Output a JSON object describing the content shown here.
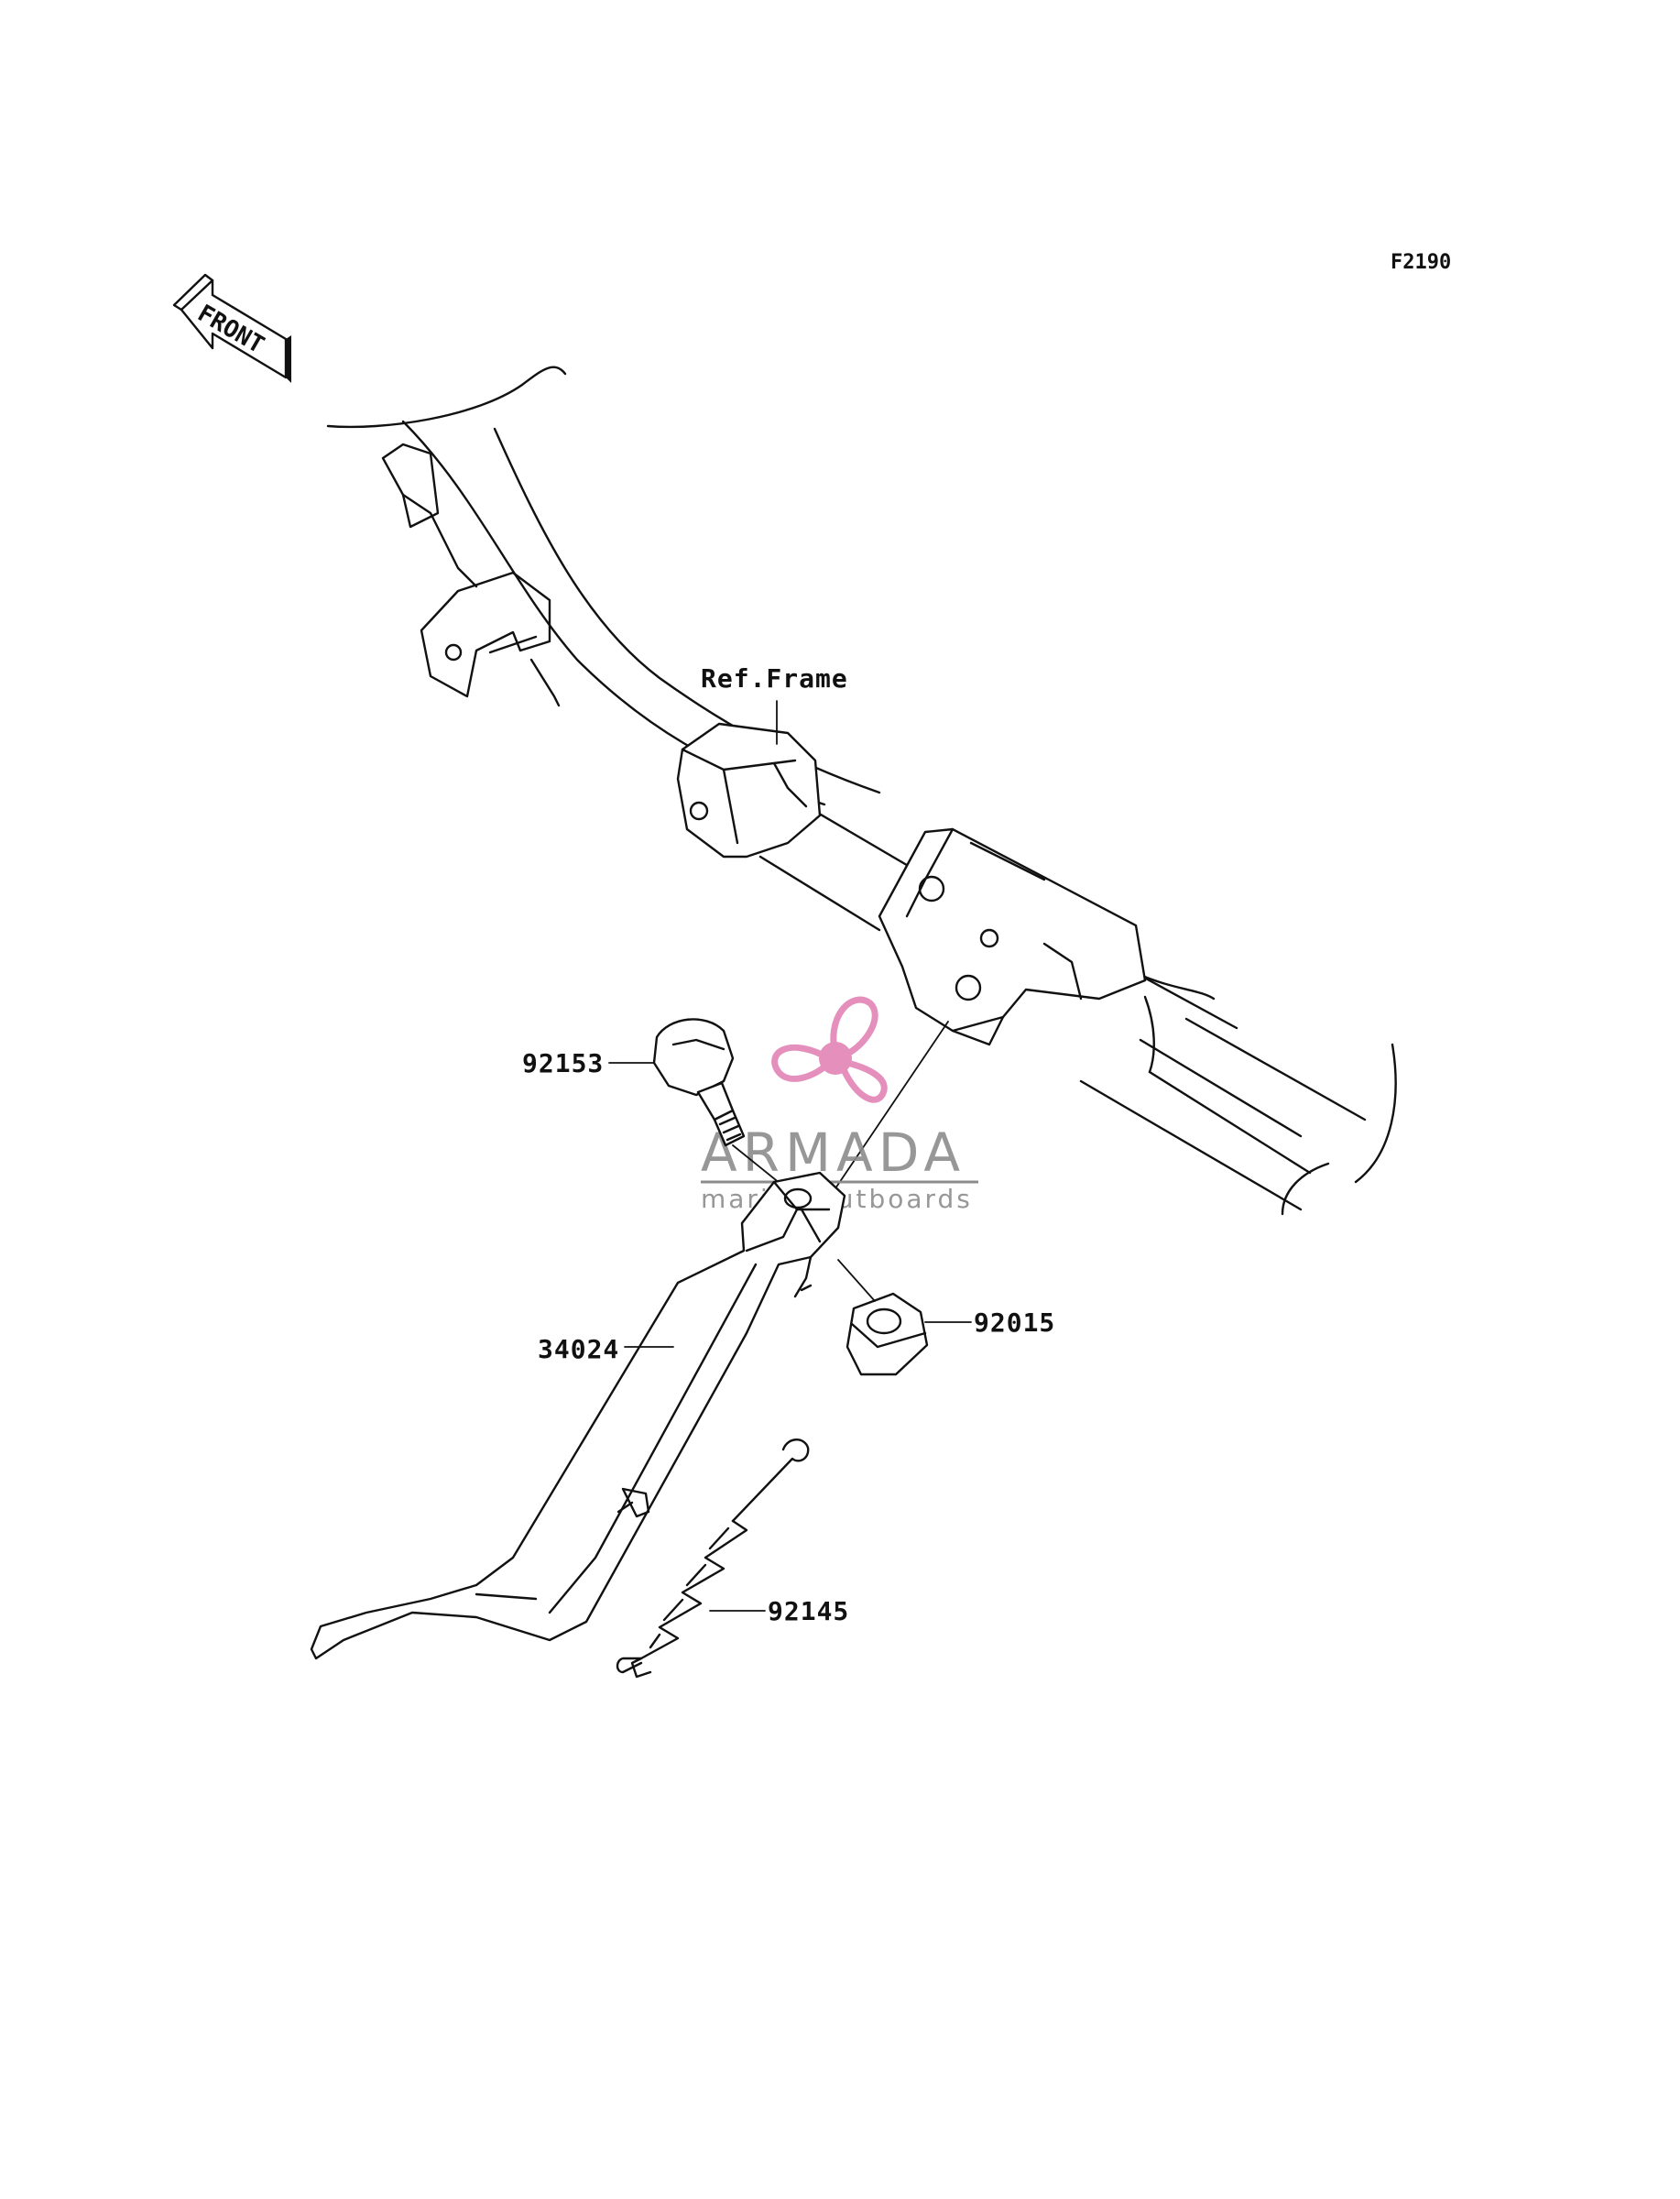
{
  "figure_code": "F2190",
  "front_arrow": {
    "label": "FRONT",
    "icon": "front-arrow-icon"
  },
  "callouts": {
    "ref_frame": "Ref.Frame",
    "bolt": "92153",
    "stand": "34024",
    "nut": "92015",
    "spring": "92145"
  },
  "watermark": {
    "title": "ARMADA",
    "subtitle": "marine outboards",
    "icon": "propeller-icon",
    "colors": {
      "propeller": "#e58fbd",
      "text": "#8c8c8c"
    }
  }
}
